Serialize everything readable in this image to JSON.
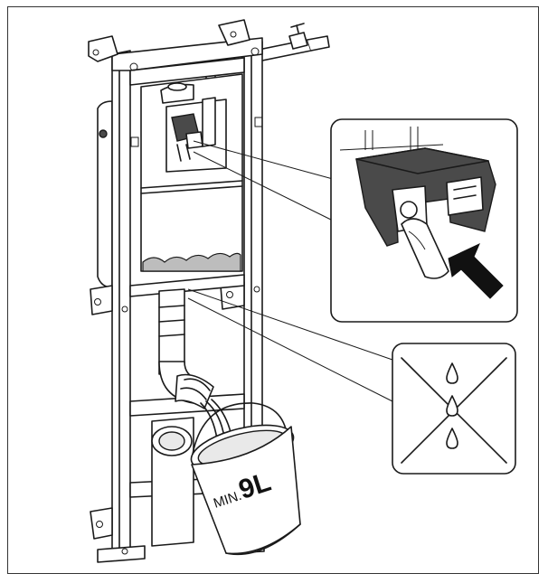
{
  "figure": {
    "bucket_label_prefix": "MIN.",
    "bucket_label_volume": "9L"
  },
  "colors": {
    "line": "#1a1a1a",
    "water": "#bdbdbd",
    "valve_housing": "#4a4a4a",
    "arrow": "#111111",
    "background": "#ffffff"
  },
  "icons": {
    "detail_valve": "valve-detail-callout",
    "detail_no_drip": "no-drip-crossed-icon",
    "push_arrow": "push-arrow-icon"
  }
}
